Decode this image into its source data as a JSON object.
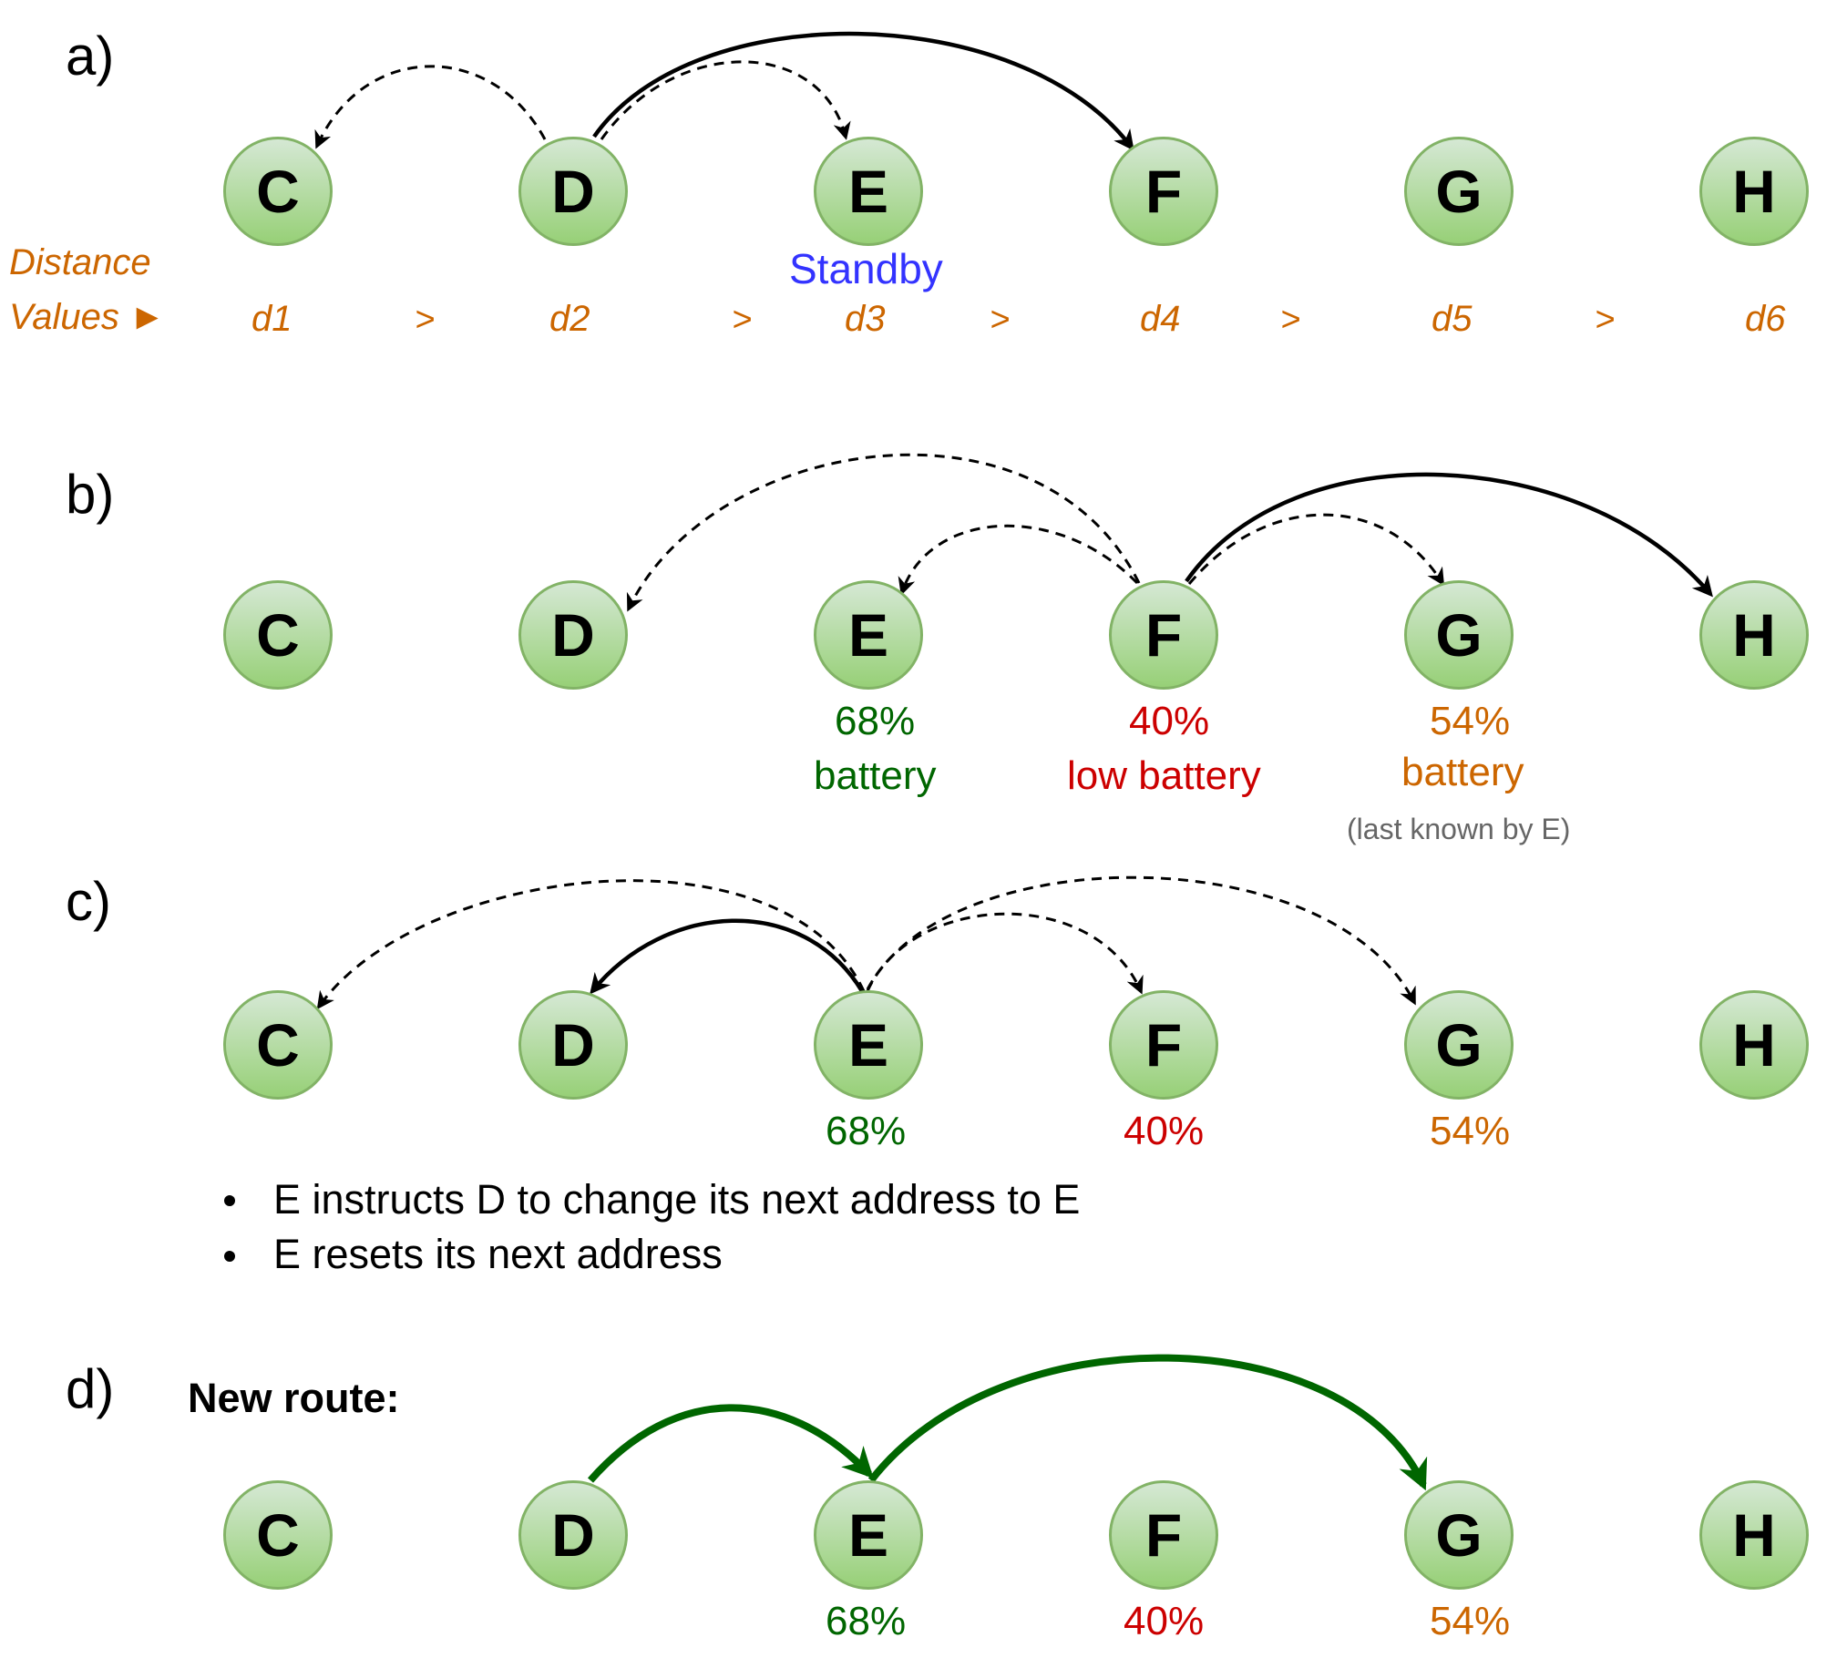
{
  "colors": {
    "node_fill_top": "#d5e8d4",
    "node_fill_bottom": "#97d077",
    "node_stroke": "#82b366",
    "distance_text": "#cc6600",
    "standby_text": "#3333ff",
    "battery_good": "#006600",
    "battery_low": "#cc0000",
    "battery_mid": "#cc6600",
    "last_known": "#666666",
    "new_route": "#006600"
  },
  "nodes": [
    "C",
    "D",
    "E",
    "F",
    "G",
    "H"
  ],
  "panels": {
    "a": {
      "label": "a)",
      "distance_label_1": "Distance",
      "distance_label_2": "Values ►",
      "standby": "Standby",
      "distances": [
        "d1",
        "d2",
        "d3",
        "d4",
        "d5",
        "d6"
      ],
      "separator": ">"
    },
    "b": {
      "label": "b)",
      "e_pct": "68%",
      "e_text": "battery",
      "f_pct": "40%",
      "f_text": "low battery",
      "g_pct": "54%",
      "g_text": "battery",
      "g_note": "(last known by E)"
    },
    "c": {
      "label": "c)",
      "e_pct": "68%",
      "f_pct": "40%",
      "g_pct": "54%",
      "bullets": [
        "E instructs D to change its next address to E",
        "E resets its next address"
      ]
    },
    "d": {
      "label": "d)",
      "title": "New route:",
      "e_pct": "68%",
      "f_pct": "40%",
      "g_pct": "54%"
    }
  }
}
